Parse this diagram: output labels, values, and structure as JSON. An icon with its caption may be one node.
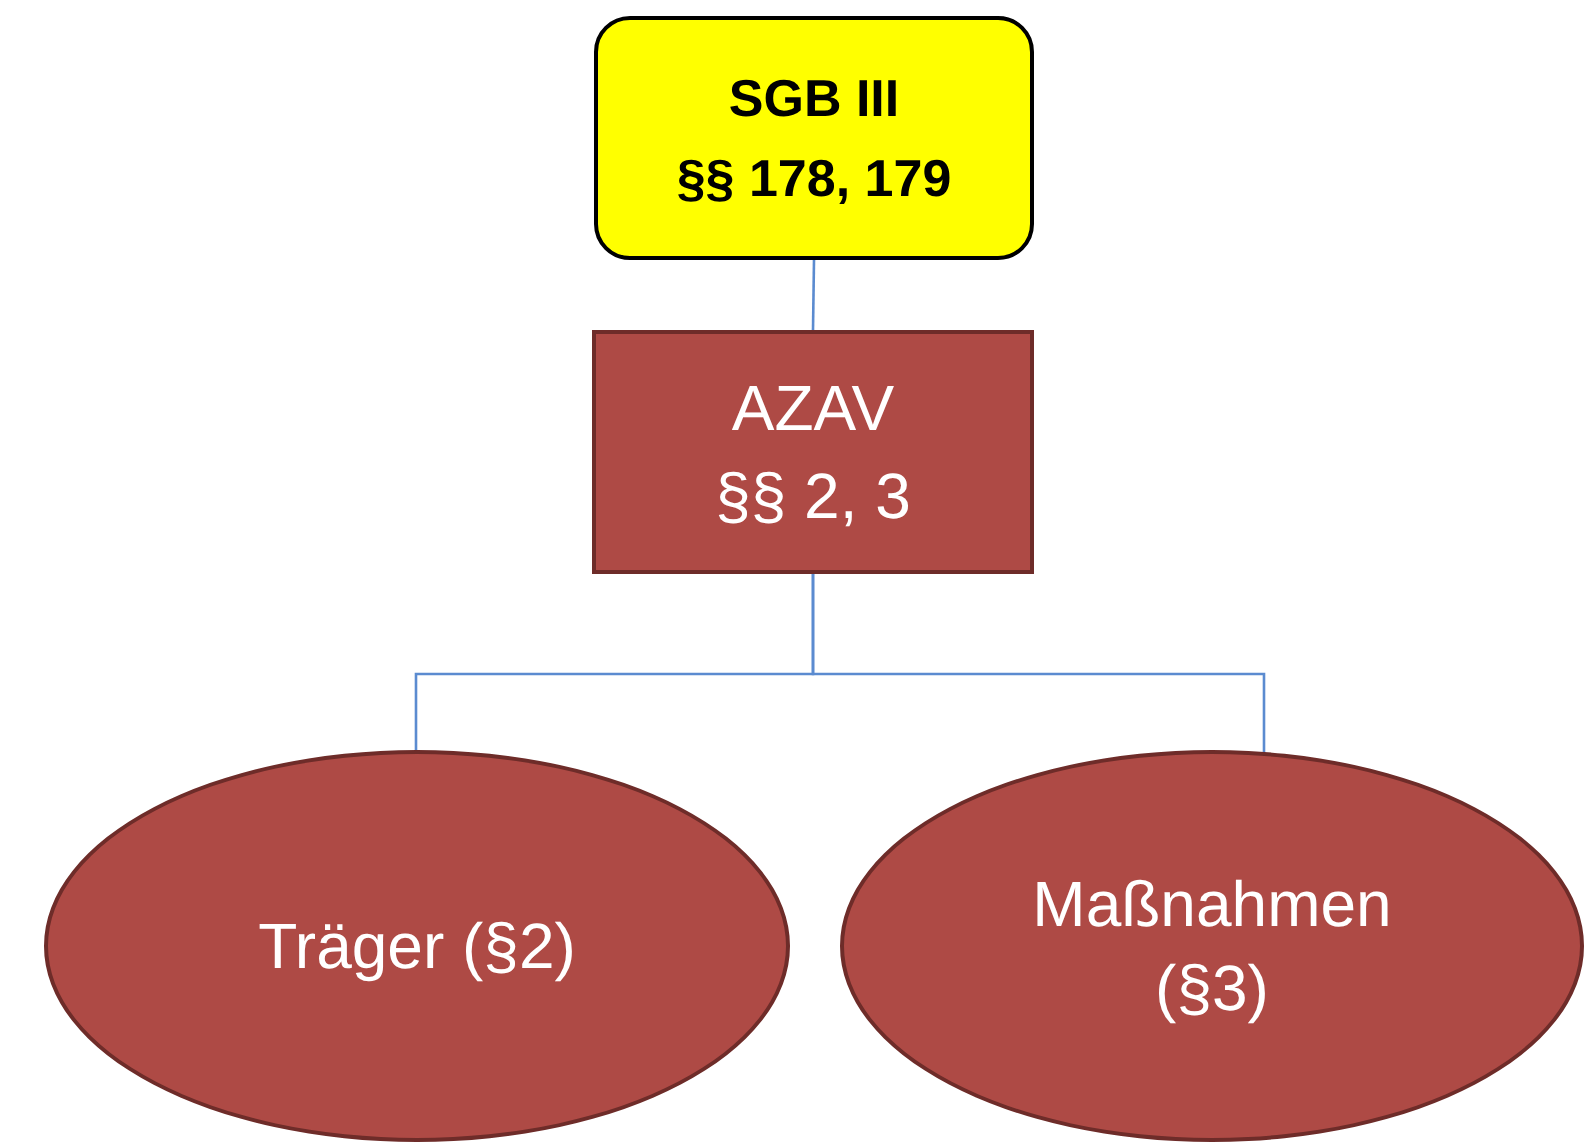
{
  "diagram": {
    "nodes": [
      {
        "text": [
          "SGB III",
          "§§ 178, 179"
        ]
      },
      {
        "text": [
          "AZAV",
          "§§ 2, 3"
        ]
      },
      {
        "text": [
          "Träger (§2)"
        ]
      },
      {
        "text": [
          "Maßnahmen (§3)"
        ]
      }
    ],
    "edges": [
      {
        "from": 0,
        "to": 1,
        "arrow": "none"
      },
      {
        "from": 1,
        "to": 2,
        "arrow": "none"
      },
      {
        "from": 1,
        "to": 3,
        "arrow": "none"
      }
    ]
  }
}
